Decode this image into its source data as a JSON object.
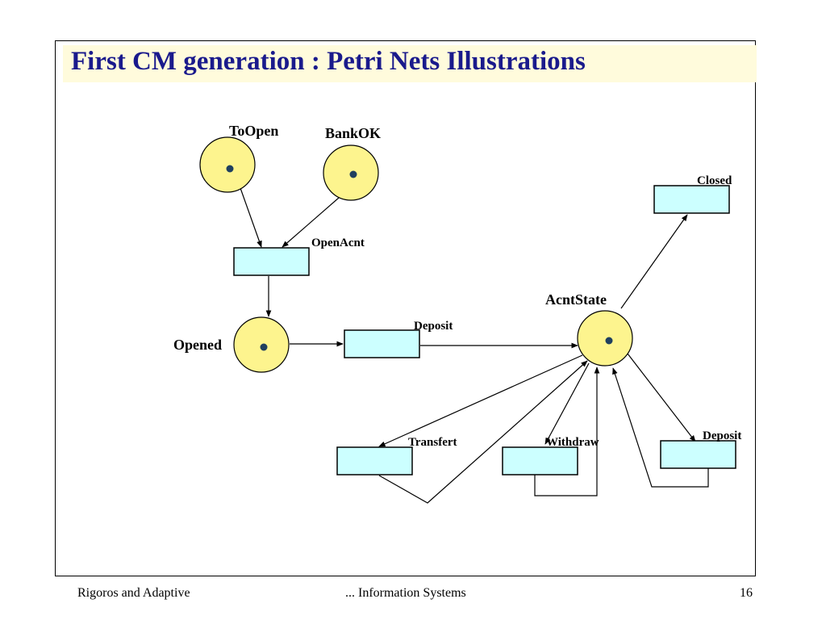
{
  "slide": {
    "title": "First CM generation : Petri Nets  Illustrations",
    "colors": {
      "title": "#1a1a8c",
      "title_band": "#fffbdc",
      "place_fill": "#fdf48e",
      "transition_fill": "#ccffff",
      "token": "#1f3f5f"
    }
  },
  "diagram": {
    "places": {
      "toopen": "ToOpen",
      "bankok": "BankOK",
      "opened": "Opened",
      "acntstate": "AcntState"
    },
    "transitions": {
      "openacnt": "OpenAcnt",
      "deposit_main": "Deposit",
      "closed": "Closed",
      "transfert": "Transfert",
      "withdraw": "Withdraw",
      "deposit_loop": "Deposit"
    }
  },
  "footer": {
    "left": "Rigoros and Adaptive",
    "center": "... Information Systems",
    "page_number": "16"
  }
}
